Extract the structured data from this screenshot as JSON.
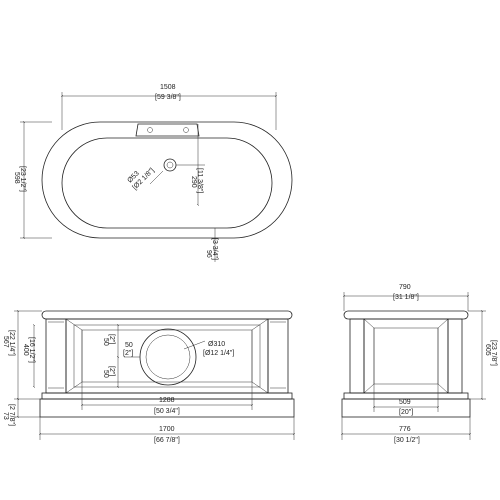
{
  "top_view": {
    "length": "1508",
    "length_in": "[59 3/8\"]",
    "width": "598",
    "width_in": "[23 1/2\"]",
    "waste_dia": "Ø53",
    "waste_dia_in": "[Ø2 1/8\"]",
    "waste_offset": "290",
    "waste_offset_in": "[11 3/8\"]",
    "rim": "96",
    "rim_in": "[3 3/4\"]"
  },
  "front_view": {
    "total_height": "567",
    "total_height_in": "[22 1/4\"]",
    "panel_height": "400",
    "panel_height_in": "[16 1/2\"]",
    "plinth": "73",
    "plinth_in": "[2 7/8\"]",
    "gap_top": "50",
    "gap_top_in": "[2\"]",
    "gap_mid": "50",
    "gap_mid_in": "[2\"]",
    "gap_bottom": "50",
    "gap_bottom_in": "[2\"]",
    "circle_dia": "Ø310",
    "circle_dia_in": "[Ø12 1/4\"]",
    "inner_width": "1288",
    "inner_width_in": "[50 3/4\"]",
    "outer_width": "1700",
    "outer_width_in": "[66 7/8\"]"
  },
  "side_view": {
    "top_width": "790",
    "top_width_in": "[31 1/8\"]",
    "height": "605",
    "height_in": "[23 7/8\"]",
    "panel_width": "509",
    "panel_width_in": "[20\"]",
    "base_width": "776",
    "base_width_in": "[30 1/2\"]"
  }
}
